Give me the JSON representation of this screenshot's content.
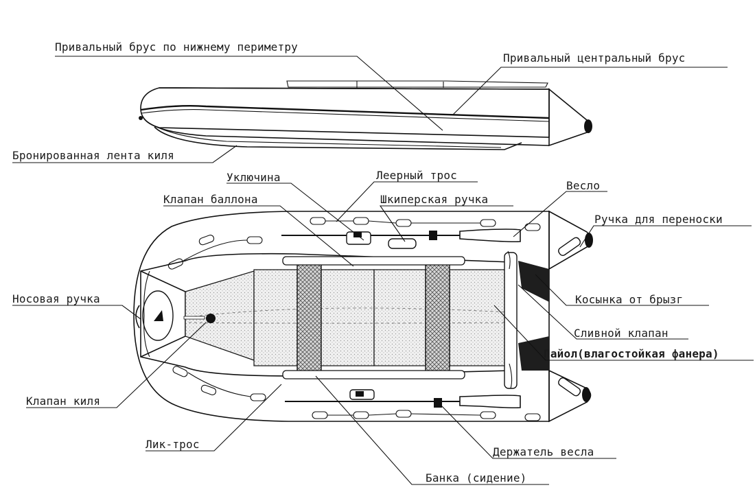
{
  "labels": {
    "rub_lower": "Привальный брус по нижнему периметру",
    "rub_central": "Привальный центральный брус",
    "keel_tape": "Бронированная лента киля",
    "oarlock": "Уключина",
    "lifeline": "Леерный трос",
    "oar": "Весло",
    "tube_valve": "Клапан баллона",
    "skipper_handle": "Шкиперская ручка",
    "carry_handle": "Ручка для переноски",
    "bow_handle": "Носовая ручка",
    "spray_gusset": "Косынка от брызг",
    "drain_valve": "Сливной клапан",
    "floor": "Пайол(влагостойкая фанера)",
    "keel_valve": "Клапан киля",
    "bolt_rope": "Лик-трос",
    "oar_holder": "Держатель весла",
    "seat": "Банка (сидение)"
  },
  "colors": {
    "ink": "#111111",
    "floor_fill": "#e9e9e9",
    "seat_fill": "#cfcfcf",
    "gusset": "#1e1e1e"
  }
}
